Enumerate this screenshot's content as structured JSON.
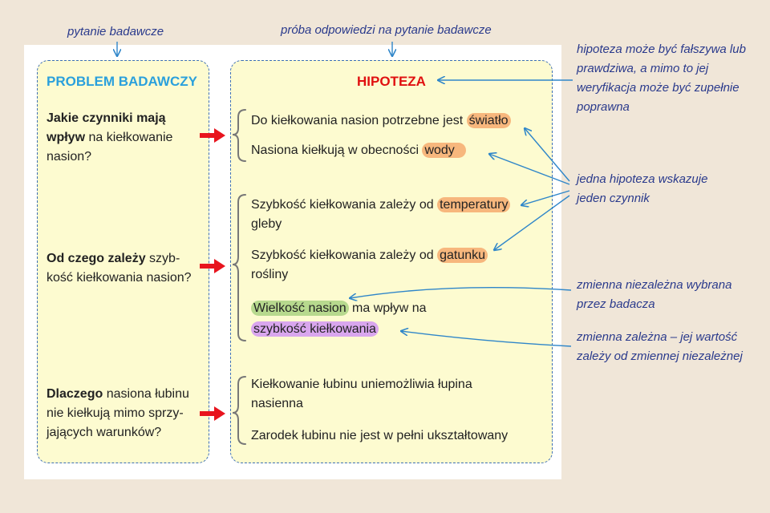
{
  "labels": {
    "research_question": "pytanie badawcze",
    "answer_attempt": "próba odpowiedzi na pytanie badawcze"
  },
  "left": {
    "heading": "PROBLEM BADAWCZY"
  },
  "right": {
    "heading": "HIPOTEZA"
  },
  "problems": [
    {
      "bold1": "Jakie czynniki mają wpływ",
      "text1": " na kiełkowanie nasion?"
    },
    {
      "bold1": "Od czego zależy",
      "text1": " szyb-kość kiełkowania nasion?"
    },
    {
      "bold1": "Dlaczego",
      "text1": " nasiona łubinu nie kiełkują mimo sprzy-jających warunków?"
    }
  ],
  "hypotheses": [
    {
      "pre": "Do kiełkowania nasion potrzebne jest ",
      "hl": "światło",
      "post": ""
    },
    {
      "pre": "Nasiona kiełkują w obecności ",
      "hl": "wody",
      "post": ""
    },
    {
      "pre": "Szybkość kiełkowania zależy od ",
      "hl": "temperatury",
      "post": " gleby"
    },
    {
      "pre": "Szybkość kiełkowania zależy od ",
      "hl": "gatunku",
      "post": " rośliny"
    },
    {
      "hl1": "Wielkość nasion",
      "mid": " ma wpływ na ",
      "hl2": "szybkość kiełkowania"
    },
    {
      "text": "Kiełkowanie łubinu uniemożliwia łupina nasienna"
    },
    {
      "text": "Zarodek łubinu nie jest w pełni ukształtowany"
    }
  ],
  "notes": {
    "hypothesis_truth": "hipoteza może być fałszywa lub prawdziwa, a mimo to jej weryfikacja może być zupełnie poprawna",
    "one_factor": "jedna hipoteza wskazuje jeden czynnik",
    "independent": "zmienna niezależna wybrana przez badacza",
    "dependent": "zmienna zależna – jej wartość zależy od zmiennej niezależnej"
  },
  "colors": {
    "left_heading": "#2aa0dc",
    "right_heading": "#e01010",
    "note_text": "#2a3a8c",
    "highlight_orange": "#f7b77d",
    "highlight_green": "#b7d98e",
    "highlight_violet": "#d9a6ee",
    "box_fill": "#fdfbd0",
    "box_border": "#3d6fb4",
    "pointer_arrows": "#2f86c9",
    "flow_arrows": "#e8141e"
  }
}
